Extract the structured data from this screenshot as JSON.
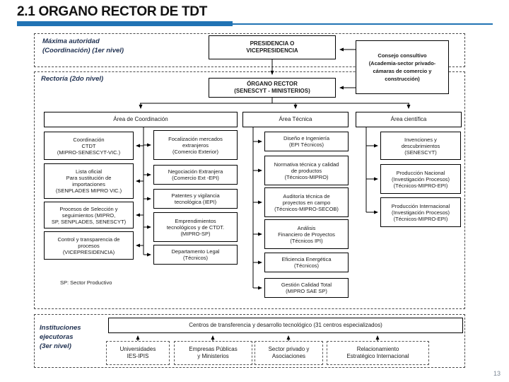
{
  "title": "2.1 ORGANO RECTOR DE TDT",
  "page_number": "13",
  "colors": {
    "accent": "#2173b4"
  },
  "levels": {
    "l1_label": "Máxima autoridad\n(Coordinación)  (1er nivel)",
    "l2_label": "Rectoría (2do nivel)",
    "l3_label": "Instituciones\nejecutoras\n(3er nivel)",
    "sp_note": "SP: Sector Productivo"
  },
  "top": {
    "presidencia": "PRESIDENCIA O\nVICEPRESIDENCIA",
    "consejo": "Consejo consultivo\n(Academia-sector privado-\ncámaras de comercio y\nconstrucción)",
    "organo_rector": "ÓRGANO RECTOR\n(SENESCYT - MINISTERIOS)"
  },
  "areas": {
    "coordinacion": "Área de Coordinación",
    "tecnica": "Área Técnica",
    "cientifica": "Área científica"
  },
  "col_coordinacion": [
    "Coordinación\nCTDT\n(MIPRO-SENESCYT-VIC.)",
    "Lista oficial\nPara sustitución de\nimportaciones\n(SENPLADES MIPRO VIC.)",
    "Procesos de Selección y\nseguimientos (MIPRO,\nSP, SENPLADES, SENESCYT)",
    "Control y transparencia de\nprocesos\n(VICEPRESIDENCIA)"
  ],
  "col_coordinacion_right": [
    "Focalización mercados\nextranjeros\n(Comercio Exterior)",
    "Negociación Extranjera\n(Comercio Ext -EPI)",
    "Patentes y vigilancia\ntecnológica (IEPI)",
    "Emprendimientos\ntecnológicos y de CTDT.\n(MIPRO-SP)",
    "Departamento Legal\n(Técnicos)"
  ],
  "col_tecnica": [
    "Diseño e Ingeniería\n(EPI Técnicos)",
    "Normativa técnica y calidad\nde productos\n(Técnicos-MIPRO)",
    "Auditoría técnica de\nproyectos en campo\n(Técnicos-MIPRO-SECOB)",
    "Análisis\nFinanciero de Proyectos\n(Técnicos IPI)",
    "Eficiencia Energética\n(Técnicos)",
    "Gestión Calidad Total\n(MIPRO SAE SP)"
  ],
  "col_cientifica": [
    "Invenciones y\ndescubrimientos\n(SENESCYT)",
    "Producción Nacional\n(Investigación Procesos)\n(Técnicos-MIPRO-EPI)",
    "Producción Internacional\n(Investigación Procesos)\n(Técnicos-MIPRO-EPI)"
  ],
  "bottom": {
    "centros": "Centros de transferencia y desarrollo tecnológico (31 centros especializados)",
    "ejecutores": [
      "Universidades\nIES-IPIS",
      "Empresas Públicas\ny Ministerios",
      "Sector privado y\nAsociaciones",
      "Relacionamiento\nEstratégico Internacional"
    ]
  }
}
